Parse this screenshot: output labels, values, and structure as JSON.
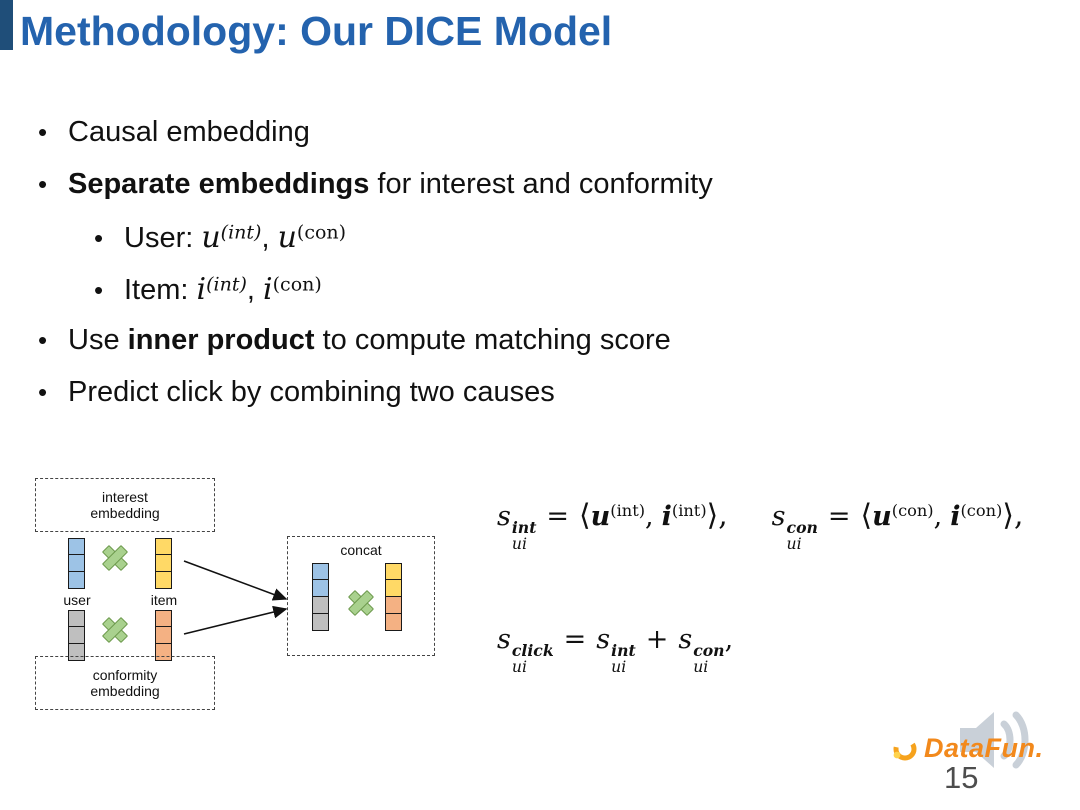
{
  "slide": {
    "title": "Methodology: Our DICE Model"
  },
  "bullets": {
    "marker": "•",
    "b1": "Causal embedding",
    "b2_bold": "Separate embeddings",
    "b2_rest": " for interest and conformity",
    "user_label": "User: ",
    "item_label": "Item: ",
    "u_base": "u",
    "i_base": "i",
    "sup_int": "(int)",
    "sup_con": "(con)",
    "comma": ", ",
    "b3_pre": "Use ",
    "b3_bold": "inner product",
    "b3_rest": " to compute matching score",
    "b4": "Predict click by combining two causes"
  },
  "diagram": {
    "interest_line1": "interest",
    "interest_line2": "embedding",
    "conformity_line1": "conformity",
    "conformity_line2": "embedding",
    "user_label": "user",
    "item_label": "item",
    "concat_label": "concat",
    "colors": {
      "interest_user": "#9DC3E6",
      "interest_item": "#FFD966",
      "conformity_user": "#BFBFBF",
      "conformity_item": "#F4B183",
      "multiply_fill": "#A9D18E",
      "multiply_stroke": "#6E9A4E"
    }
  },
  "formulas": {
    "f1": {
      "s1": "s",
      "s1_sup": "int",
      "s1_sub": "ui",
      "eq1": "=",
      "open1": "⟨",
      "u1": "u",
      "u1_sup": "(int)",
      "comma1": ",",
      "i1": "i",
      "i1_sup": "(int)",
      "close1": "⟩,",
      "s2": "s",
      "s2_sup": "con",
      "s2_sub": "ui",
      "eq2": "=",
      "open2": "⟨",
      "u2": "u",
      "u2_sup": "(con)",
      "comma2": ",",
      "i2": "i",
      "i2_sup": "(con)",
      "close2": "⟩,"
    },
    "f2": {
      "lhs": "s",
      "lhs_sup": "click",
      "lhs_sub": "ui",
      "eq": "=",
      "t1": "s",
      "t1_sup": "int",
      "t1_sub": "ui",
      "plus": "+",
      "t2": "s",
      "t2_sup": "con",
      "t2_sub": "ui",
      "trail": ","
    }
  },
  "footer": {
    "logo_text": "DataFun.",
    "page_number": "15"
  }
}
